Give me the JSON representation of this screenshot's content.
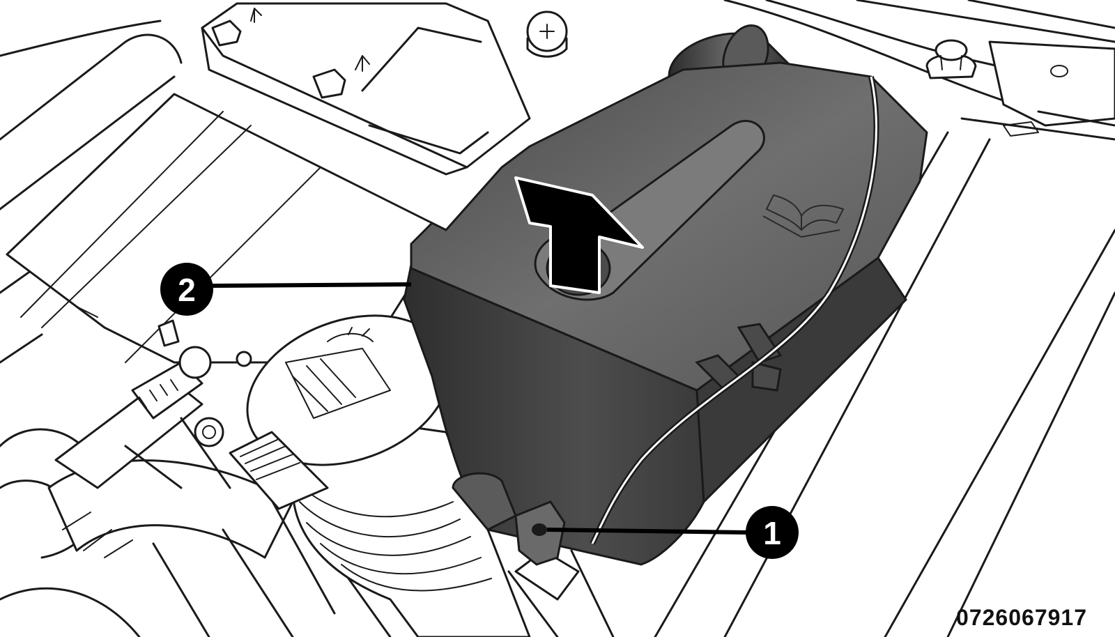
{
  "figure": {
    "id_text": "0726067917",
    "colors": {
      "line": "#1a1a1a",
      "housing_dark": "#3c3c3c",
      "housing_light": "#6e6e6e",
      "background": "#ffffff"
    }
  },
  "callouts": [
    {
      "number": "1",
      "target": "mounting-bolt"
    },
    {
      "number": "2",
      "target": "cover-housing"
    }
  ],
  "symbols": {
    "lift_arrow": "arrow-up-icon",
    "manual_symbol": "book-icon",
    "washer_cap_symbol": "windshield-washer-icon"
  }
}
